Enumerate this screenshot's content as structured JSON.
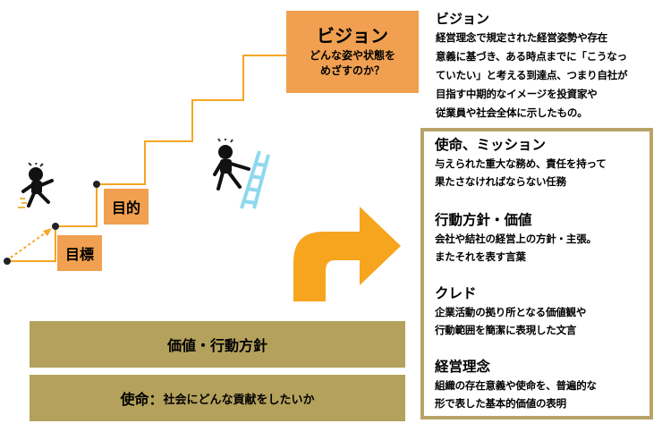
{
  "vision": {
    "title": "ビジョン",
    "subtitle_line1": "どんな姿や状態を",
    "subtitle_line2": "めざすのか？"
  },
  "steps": {
    "goal": "目的",
    "target": "目標"
  },
  "bars": {
    "values_label": "価値・行動方針",
    "mission_label": "使命：",
    "mission_text": "社会にどんな貢献をしたいか"
  },
  "definitions": {
    "vision": {
      "heading": "ビジョン",
      "text": "経営理念で規定された経営姿勢や存在\n意義に基づき、ある時点までに「こうなっ\nていたい」と考える到達点、つまり自社が\n目指す中期的なイメージを投資家や\n従業員や社会全体に示したもの。"
    },
    "mission": {
      "heading": "使命、ミッション",
      "text": "与えられた重大な務め、責任を持って\n果たさなければならない任務"
    },
    "policy": {
      "heading": "行動方針・価値",
      "text": "会社や結社の経営上の方針・主張。\nまたそれを表す言葉"
    },
    "credo": {
      "heading": "クレド",
      "text": "企業活動の拠り所となる価値観や\n行動範囲を簡潔に表現した文言"
    },
    "philosophy": {
      "heading": "経営理念",
      "text": "組織の存在意義や使命を、普遍的な\n形で表した基本的価値の表明"
    }
  },
  "colors": {
    "orange": "#f0a050",
    "step_line": "#f5a623",
    "bar": "#b4a15c",
    "frame": "#b8a468",
    "big_arrow": "#f7a51f",
    "ladder": "#8fd8ee"
  }
}
